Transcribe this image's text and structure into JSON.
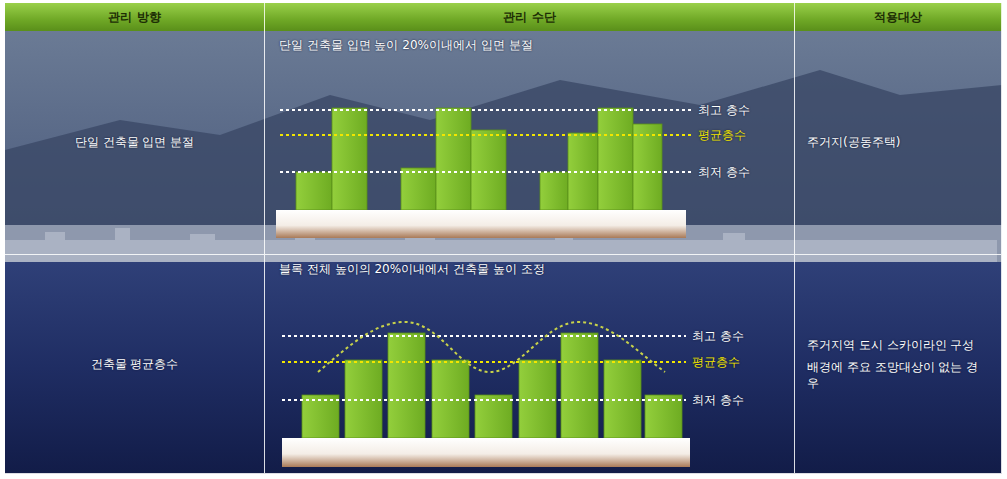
{
  "diagram": {
    "nodes": [
      {
        "text": [
          "관리 방향"
        ]
      },
      {
        "text": [
          "관리 수단"
        ]
      },
      {
        "text": [
          "적용대상"
        ]
      },
      {
        "text": [
          "단일 건축물 입면 분절"
        ]
      },
      {
        "text": [
          "단일 건축물 입면 높이 20%이내에서 입면 분절"
        ]
      },
      {
        "text": [
          "주거지(공동주택)"
        ]
      },
      {
        "text": [
          "건축물 평균층수"
        ]
      },
      {
        "text": [
          "블록 전체 높이의 20%이내에서 건축물 높이 조정"
        ]
      },
      {
        "text": [
          "주거지역 도시 스카이라인 구성",
          "배경에 주요 조망대상이 없는 경우"
        ]
      }
    ],
    "labels": [
      "최고 층수",
      "평균층수",
      "최저 층수",
      "최고 층수",
      "평균층수",
      "최저 층수"
    ]
  }
}
